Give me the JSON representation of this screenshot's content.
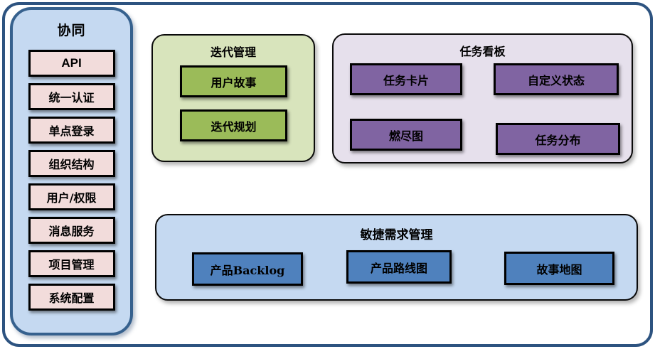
{
  "sidebar": {
    "title": "协同",
    "items": [
      {
        "label": "API"
      },
      {
        "label": "统一认证"
      },
      {
        "label": "单点登录"
      },
      {
        "label": "组织结构"
      },
      {
        "label": "用户/权限"
      },
      {
        "label": "消息服务"
      },
      {
        "label": "项目管理"
      },
      {
        "label": "系统配置"
      }
    ]
  },
  "groups": {
    "iteration": {
      "title": "迭代管理",
      "items": [
        {
          "label": "用户故事"
        },
        {
          "label": "迭代规划"
        }
      ]
    },
    "kanban": {
      "title": "任务看板",
      "items": [
        {
          "label": "任务卡片"
        },
        {
          "label": "自定义状态"
        },
        {
          "label": "燃尽图"
        },
        {
          "label": "任务分布"
        }
      ]
    },
    "agile": {
      "title": "敏捷需求管理",
      "items": [
        {
          "label": "产品Backlog"
        },
        {
          "label": "产品路线图"
        },
        {
          "label": "故事地图"
        }
      ]
    }
  },
  "colors": {
    "outer_border": "#2d5380",
    "sidebar_fill": "#c5d9f1",
    "sidebar_border": "#36618e",
    "sidebar_item_fill": "#f2dcdb",
    "iteration_fill": "#d8e4bc",
    "iteration_item_fill": "#9bbb59",
    "kanban_fill": "#e6e0ec",
    "kanban_item_fill": "#8064a2",
    "agile_fill": "#c5d9f1",
    "agile_item_fill": "#4f81bd"
  }
}
